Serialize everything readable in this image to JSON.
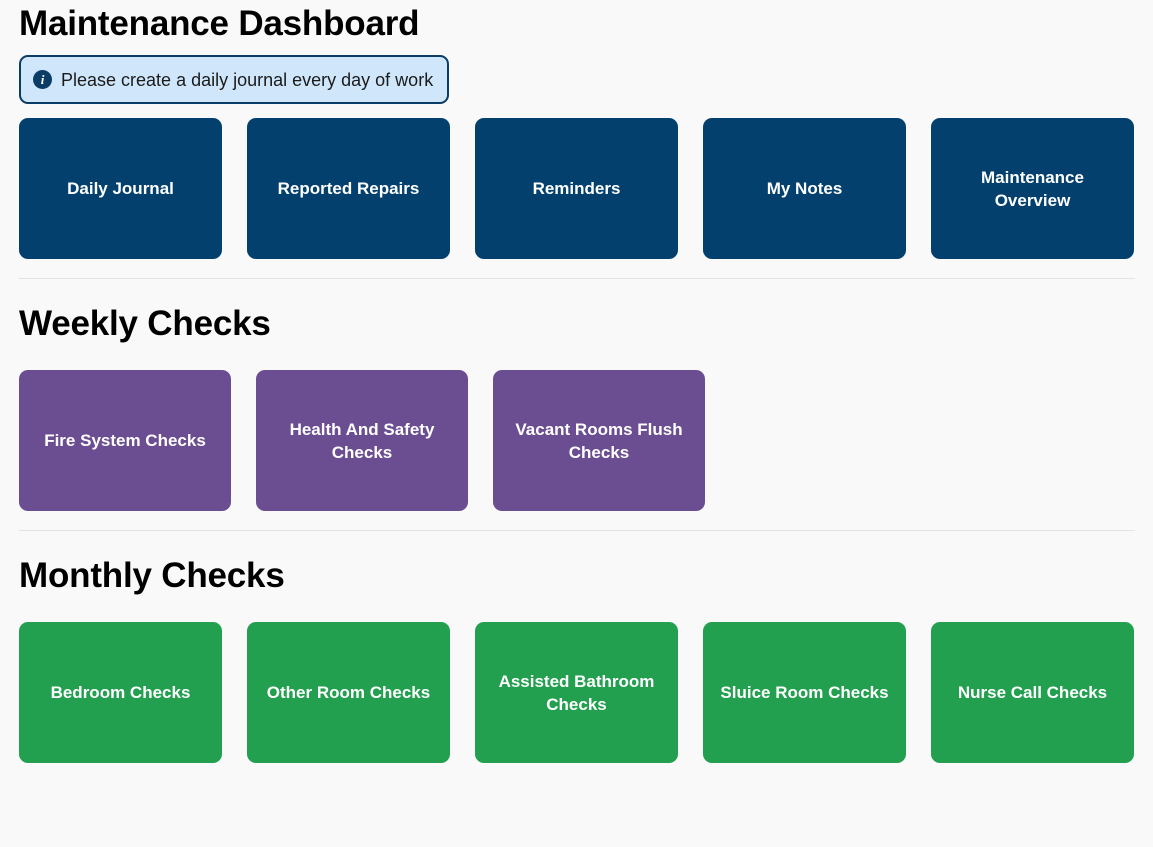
{
  "page": {
    "title": "Maintenance Dashboard",
    "background_color": "#f9f9f9"
  },
  "alert": {
    "icon": "info-circle-icon",
    "icon_glyph": "i",
    "message": "Please create a daily journal every day of work",
    "background_color": "#cfe6fb",
    "border_color": "#0b3c66",
    "icon_color": "#0b3c66"
  },
  "sections": [
    {
      "id": "primary",
      "heading": "",
      "tile_color": "#04406e",
      "tiles": [
        {
          "label": "Daily Journal",
          "lines": [
            "Daily Journal"
          ]
        },
        {
          "label": "Reported Repairs",
          "lines": [
            "Reported Repairs"
          ]
        },
        {
          "label": "Reminders",
          "lines": [
            "Reminders"
          ]
        },
        {
          "label": "My Notes",
          "lines": [
            "My Notes"
          ]
        },
        {
          "label": "Maintenance Overview",
          "lines": [
            "Maintenance",
            "Overview"
          ]
        }
      ]
    },
    {
      "id": "weekly",
      "heading": "Weekly Checks",
      "tile_color": "#6b4e91",
      "tiles": [
        {
          "label": "Fire System Checks",
          "lines": [
            "Fire System Checks"
          ]
        },
        {
          "label": "Health And Safety Checks",
          "lines": [
            "Health And Safety",
            "Checks"
          ]
        },
        {
          "label": "Vacant Rooms Flush Checks",
          "lines": [
            "Vacant Rooms Flush",
            "Checks"
          ]
        }
      ]
    },
    {
      "id": "monthly",
      "heading": "Monthly Checks",
      "tile_color": "#22a04f",
      "tiles": [
        {
          "label": "Bedroom Checks",
          "lines": [
            "Bedroom Checks"
          ]
        },
        {
          "label": "Other Room Checks",
          "lines": [
            "Other Room Checks"
          ]
        },
        {
          "label": "Assisted Bathroom Checks",
          "lines": [
            "Assisted Bathroom",
            "Checks"
          ]
        },
        {
          "label": "Sluice Room Checks",
          "lines": [
            "Sluice Room Checks"
          ]
        },
        {
          "label": "Nurse Call Checks",
          "lines": [
            "Nurse Call Checks"
          ]
        }
      ]
    }
  ]
}
